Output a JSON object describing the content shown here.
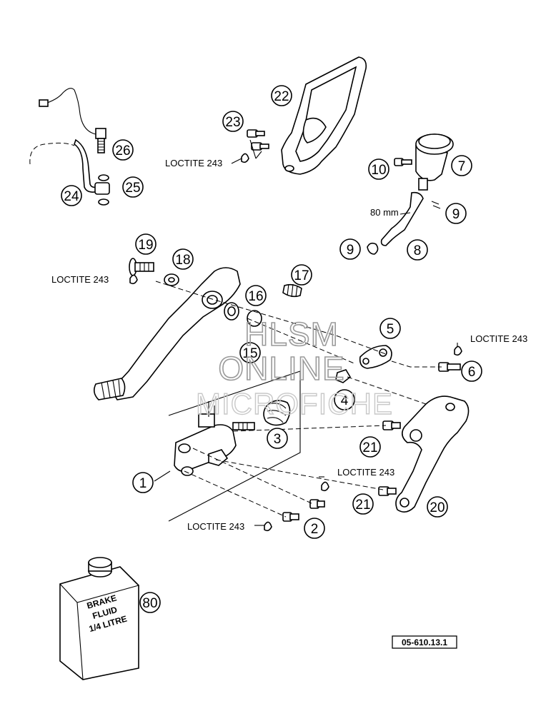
{
  "diagram": {
    "callouts": [
      {
        "id": "c1",
        "label": "1"
      },
      {
        "id": "c2",
        "label": "2"
      },
      {
        "id": "c3",
        "label": "3"
      },
      {
        "id": "c4",
        "label": "4"
      },
      {
        "id": "c5",
        "label": "5"
      },
      {
        "id": "c6",
        "label": "6"
      },
      {
        "id": "c7",
        "label": "7"
      },
      {
        "id": "c8",
        "label": "8"
      },
      {
        "id": "c9a",
        "label": "9"
      },
      {
        "id": "c9b",
        "label": "9"
      },
      {
        "id": "c10",
        "label": "10"
      },
      {
        "id": "c15",
        "label": "15"
      },
      {
        "id": "c16",
        "label": "16"
      },
      {
        "id": "c17",
        "label": "17"
      },
      {
        "id": "c18",
        "label": "18"
      },
      {
        "id": "c19",
        "label": "19"
      },
      {
        "id": "c20",
        "label": "20"
      },
      {
        "id": "c21a",
        "label": "21"
      },
      {
        "id": "c21b",
        "label": "21"
      },
      {
        "id": "c22",
        "label": "22"
      },
      {
        "id": "c23",
        "label": "23"
      },
      {
        "id": "c24",
        "label": "24"
      },
      {
        "id": "c25",
        "label": "25"
      },
      {
        "id": "c26",
        "label": "26"
      },
      {
        "id": "c80",
        "label": "80"
      }
    ],
    "loctite_labels": [
      {
        "id": "l1",
        "text": "LOCTITE 243"
      },
      {
        "id": "l2",
        "text": "LOCTITE 243"
      },
      {
        "id": "l3",
        "text": "LOCTITE 243"
      },
      {
        "id": "l4",
        "text": "LOCTITE 243"
      },
      {
        "id": "l5",
        "text": "LOCTITE 243"
      }
    ],
    "hose_length": "80 mm",
    "bottle_label": [
      "BRAKE",
      "FLUID",
      "1/4 LITRE"
    ],
    "document_number": "05-610.13.1"
  },
  "watermark": {
    "line1": "HLSM",
    "line2": "ONLINE",
    "line3": "MICROFICHE",
    "color": "#9a9a9a"
  }
}
